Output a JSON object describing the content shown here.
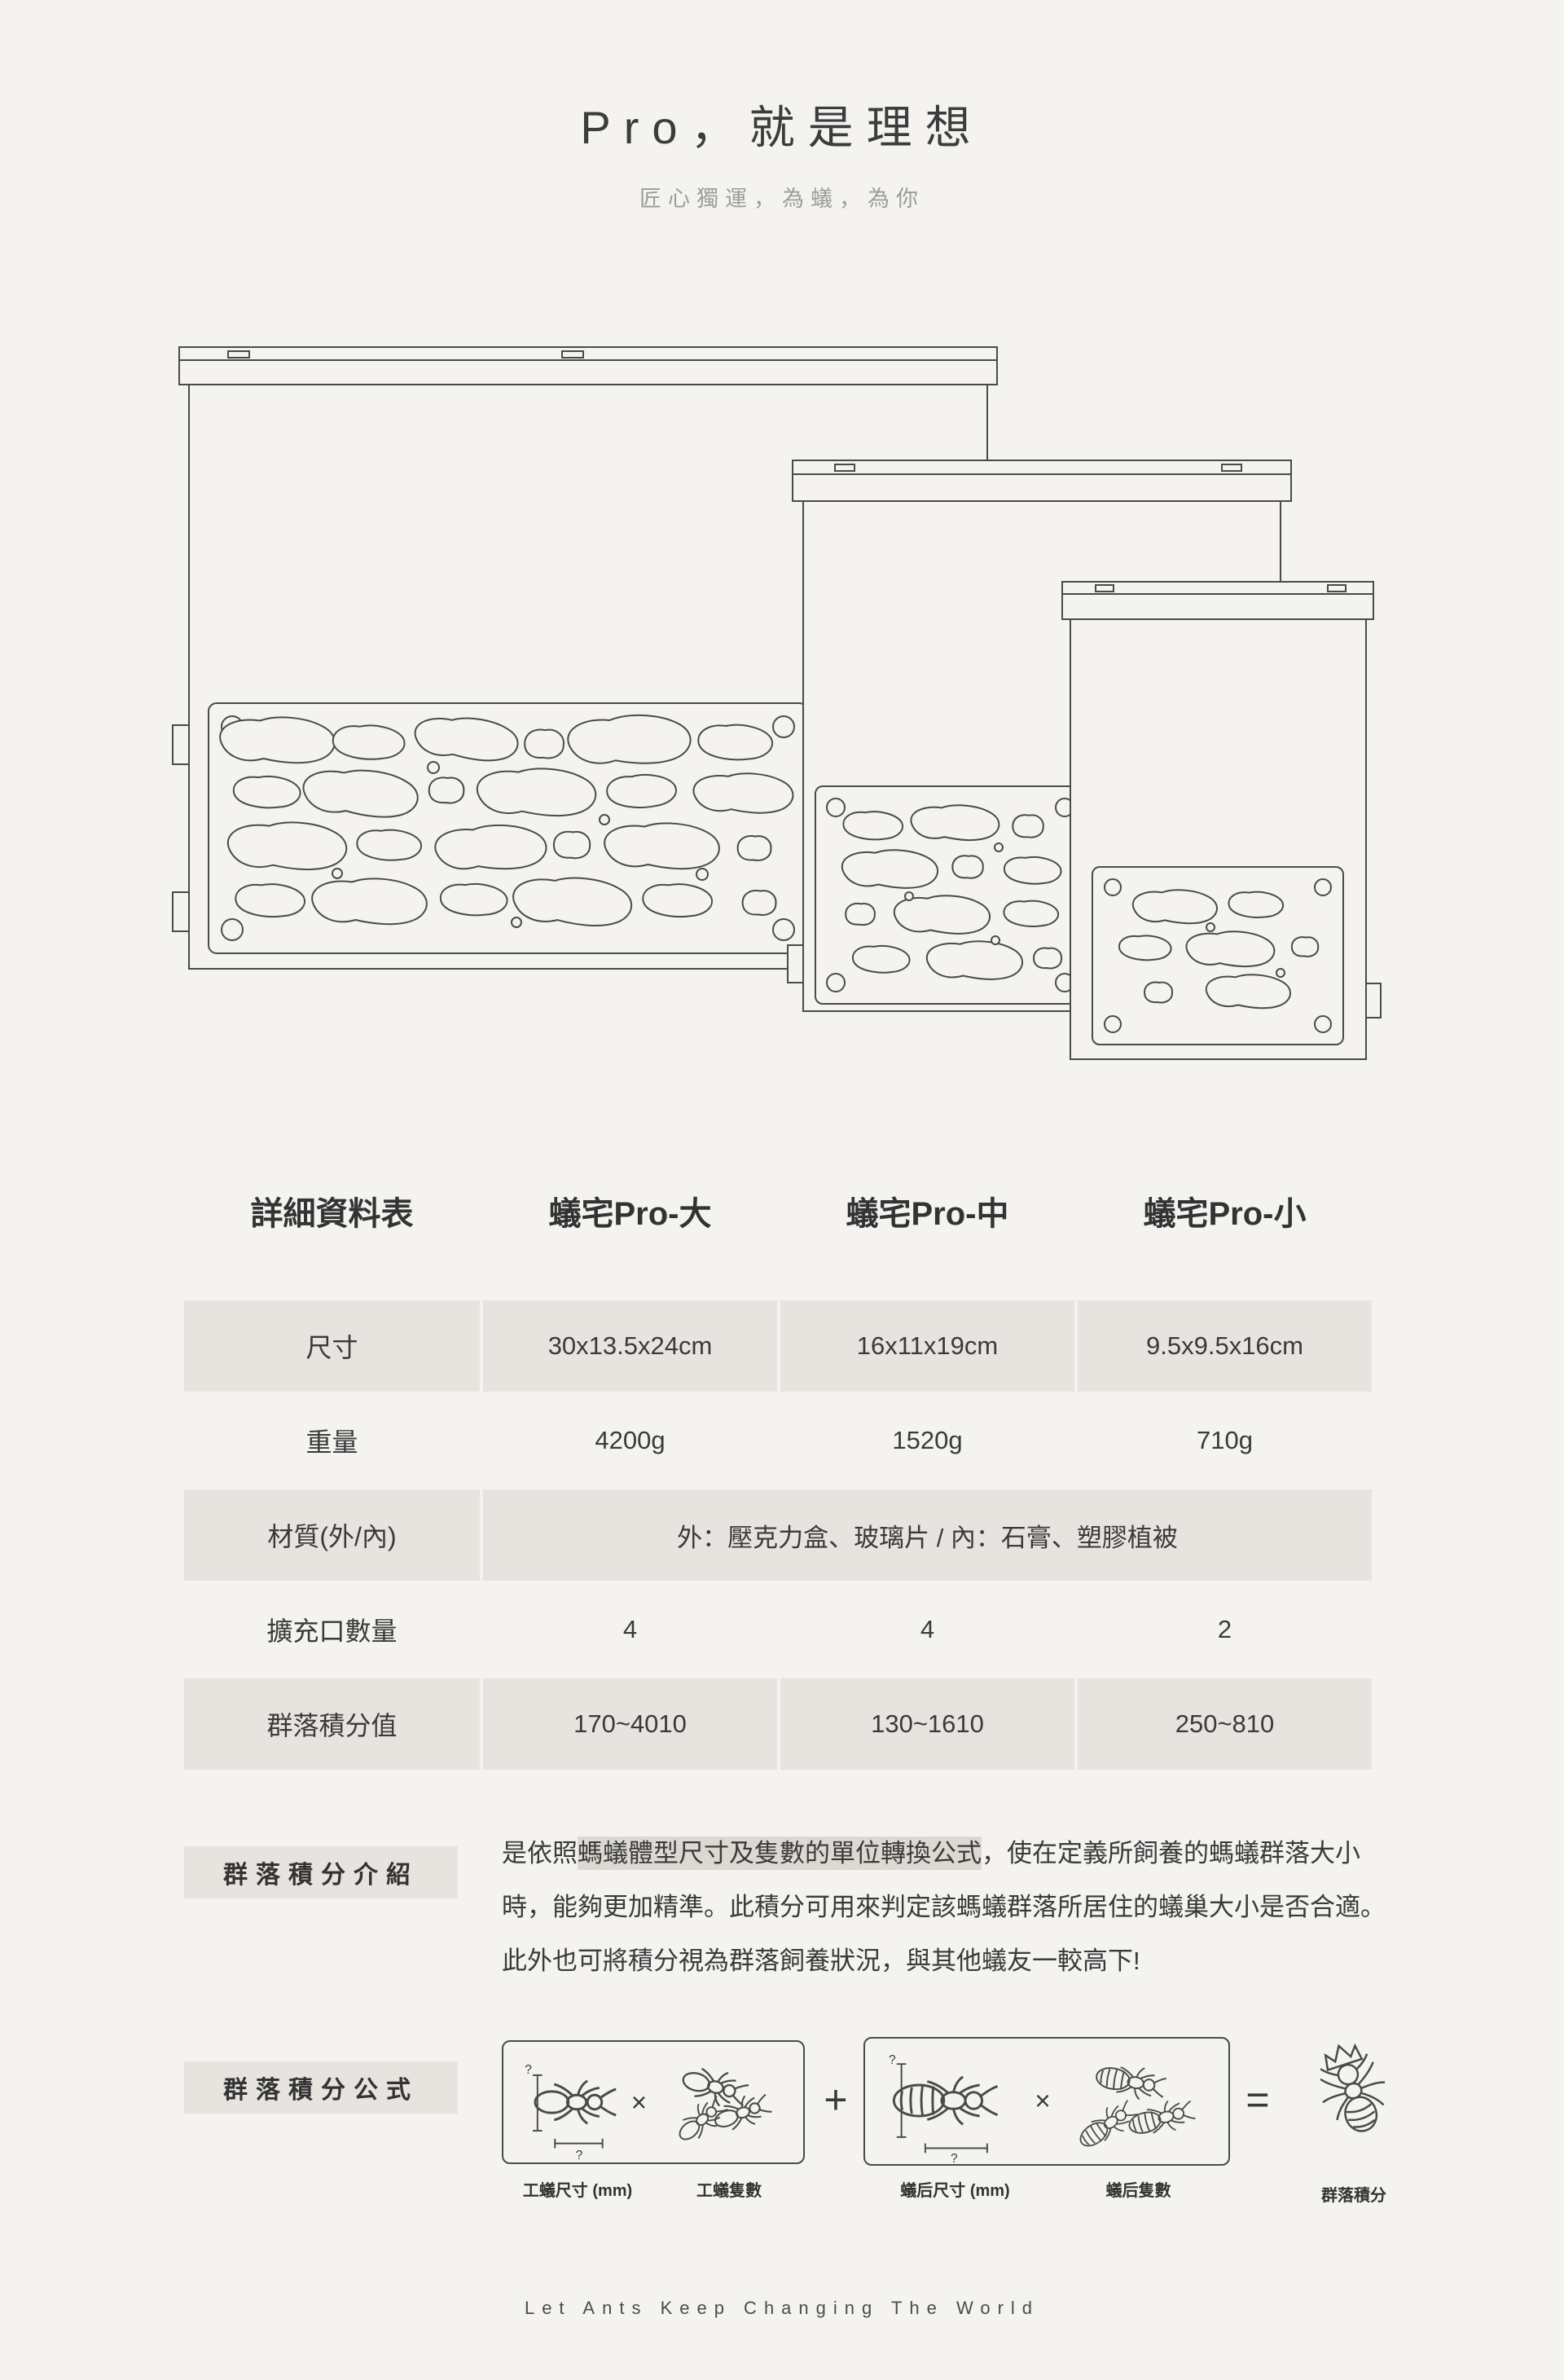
{
  "colors": {
    "background": "#f4f3f0",
    "cell_gray": "#e7e4e0",
    "highlight_gray": "#dcd9d3",
    "text_dark": "#3a3a3a",
    "text_muted": "#9c9c9c",
    "line_art": "#4a4a4a"
  },
  "hero": {
    "title": "Pro，就是理想",
    "subtitle": "匠心獨運，為蟻，為你"
  },
  "icons": {
    "worker_ant": "worker-ant-line-icon",
    "worker_ant_group": "worker-ant-cluster-icon",
    "queen_ant": "queen-ant-line-icon",
    "queen_ant_group": "queen-ant-cluster-icon",
    "colony_score": "crowned-ant-icon"
  },
  "table": {
    "title": "詳細資料表",
    "columns": [
      "蟻宅Pro-大",
      "蟻宅Pro-中",
      "蟻宅Pro-小"
    ],
    "rows": [
      {
        "label": "尺寸",
        "values": [
          "30x13.5x24cm",
          "16x11x19cm",
          "9.5x9.5x16cm"
        ]
      },
      {
        "label": "重量",
        "values": [
          "4200g",
          "1520g",
          "710g"
        ]
      },
      {
        "label": "材質(外/內)",
        "merged": "外：壓克力盒、玻璃片 / 內：石膏、塑膠植被"
      },
      {
        "label": "擴充口數量",
        "values": [
          "4",
          "4",
          "2"
        ]
      },
      {
        "label": "群落積分值",
        "values": [
          "170~4010",
          "130~1610",
          "250~810"
        ]
      }
    ]
  },
  "intro": {
    "label": "群落積分介紹",
    "text_before": "是依照",
    "text_highlight": "螞蟻體型尺寸及隻數的單位轉換公式",
    "text_after": "，使在定義所飼養的螞蟻群落大小時，能夠更加精準。此積分可用來判定該螞蟻群落所居住的蟻巢大小是否合適。此外也可將積分視為群落飼養狀況，與其他蟻友一較高下!"
  },
  "formula": {
    "label": "群落積分公式",
    "worker_size_label": "工蟻尺寸 (mm)",
    "worker_count_label": "工蟻隻數",
    "queen_size_label": "蟻后尺寸 (mm)",
    "queen_count_label": "蟻后隻數",
    "result_label": "群落積分",
    "multiply": "×",
    "plus": "+",
    "equals": "=",
    "dim_placeholder": "?"
  },
  "footer": {
    "text": "Let Ants Keep Changing The World"
  }
}
